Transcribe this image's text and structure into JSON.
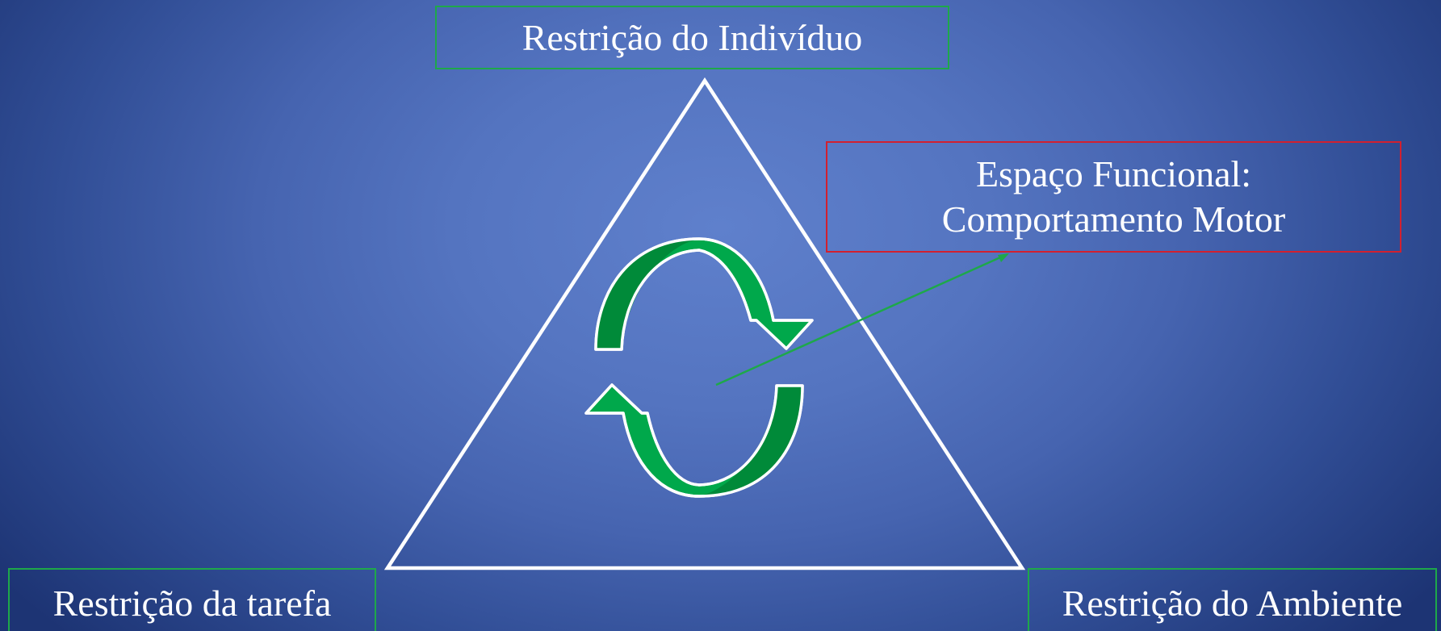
{
  "labels": {
    "top": "Restrição do Indivíduo",
    "callout_line1": "Espaço Funcional:",
    "callout_line2": "Comportamento Motor",
    "bottom_left": "Restrição da tarefa",
    "bottom_right": "Restrição do Ambiente"
  },
  "colors": {
    "background_center": "#5f80cc",
    "background_edge": "#1d3474",
    "triangle_stroke": "#ffffff",
    "constraint_box_border": "#1ea84a",
    "callout_box_border": "#d2202f",
    "arrow_fill_light": "#00b04f",
    "arrow_fill_dark": "#008a39",
    "connector_line": "#1ea84a"
  },
  "icons": {
    "cycle": "circular-arrows-icon"
  }
}
